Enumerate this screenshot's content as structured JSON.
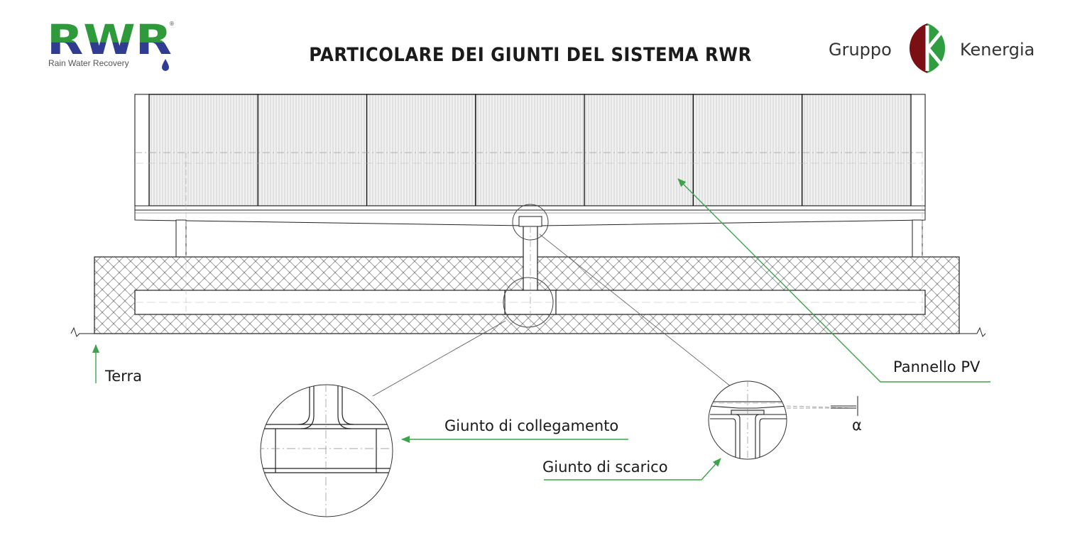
{
  "title": "PARTICOLARE DEI GIUNTI DEL SISTEMA RWR",
  "logo_left": {
    "letters": "RWR",
    "tagline": "Rain Water Recovery",
    "registered": "®",
    "colors": {
      "green": "#2f9a3c",
      "blue": "#2f3c92",
      "drop": "#2f3c92"
    }
  },
  "logo_right": {
    "left_word": "Gruppo",
    "right_word": "Kenergia",
    "colors": {
      "maroon": "#7a0f14",
      "green": "#2e9e41"
    }
  },
  "labels": {
    "pv_panel": "Pannello PV",
    "ground": "Terra",
    "connection_joint": "Giunto di collegamento",
    "drain_joint": "Giunto di scarico",
    "alpha": "α"
  },
  "colors": {
    "leader": "#3fa34d",
    "line": "#222222",
    "hatch": "#8a8a8a"
  }
}
